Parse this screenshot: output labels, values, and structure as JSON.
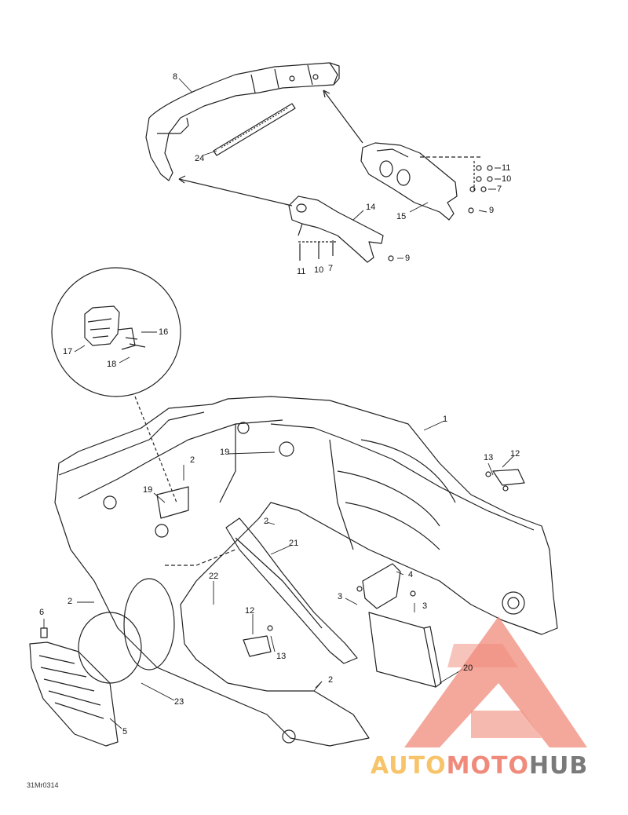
{
  "diagram": {
    "drawing_code": "31Mr0314",
    "part_labels": [
      {
        "id": "p8",
        "text": "8"
      },
      {
        "id": "p24",
        "text": "24"
      },
      {
        "id": "p14",
        "text": "14"
      },
      {
        "id": "p15",
        "text": "15"
      },
      {
        "id": "p11a",
        "text": "11"
      },
      {
        "id": "p10a",
        "text": "10"
      },
      {
        "id": "p7a",
        "text": "7"
      },
      {
        "id": "p9a",
        "text": "9"
      },
      {
        "id": "p9b",
        "text": "9"
      },
      {
        "id": "p11b",
        "text": "11"
      },
      {
        "id": "p10b",
        "text": "10"
      },
      {
        "id": "p7b",
        "text": "7"
      },
      {
        "id": "p16",
        "text": "16"
      },
      {
        "id": "p17",
        "text": "17"
      },
      {
        "id": "p18",
        "text": "18"
      },
      {
        "id": "p1",
        "text": "1"
      },
      {
        "id": "p12a",
        "text": "12"
      },
      {
        "id": "p13a",
        "text": "13"
      },
      {
        "id": "p19a",
        "text": "19"
      },
      {
        "id": "p2a",
        "text": "2"
      },
      {
        "id": "p19b",
        "text": "19"
      },
      {
        "id": "p2b",
        "text": "2"
      },
      {
        "id": "p21",
        "text": "21"
      },
      {
        "id": "p4",
        "text": "4"
      },
      {
        "id": "p22",
        "text": "22"
      },
      {
        "id": "p3a",
        "text": "3"
      },
      {
        "id": "p3b",
        "text": "3"
      },
      {
        "id": "p2c",
        "text": "2"
      },
      {
        "id": "p6",
        "text": "6"
      },
      {
        "id": "p12b",
        "text": "12"
      },
      {
        "id": "p13b",
        "text": "13"
      },
      {
        "id": "p20",
        "text": "20"
      },
      {
        "id": "p23",
        "text": "23"
      },
      {
        "id": "p2d",
        "text": "2"
      },
      {
        "id": "p5",
        "text": "5"
      }
    ]
  },
  "watermark": {
    "part1": "AUTO",
    "part2": "MOTO",
    "part3": "HUB",
    "colors": {
      "auto": "#f7c46a",
      "moto": "#f08a7a",
      "hub": "#7a7a7a",
      "logo": "#f08a7a"
    }
  }
}
